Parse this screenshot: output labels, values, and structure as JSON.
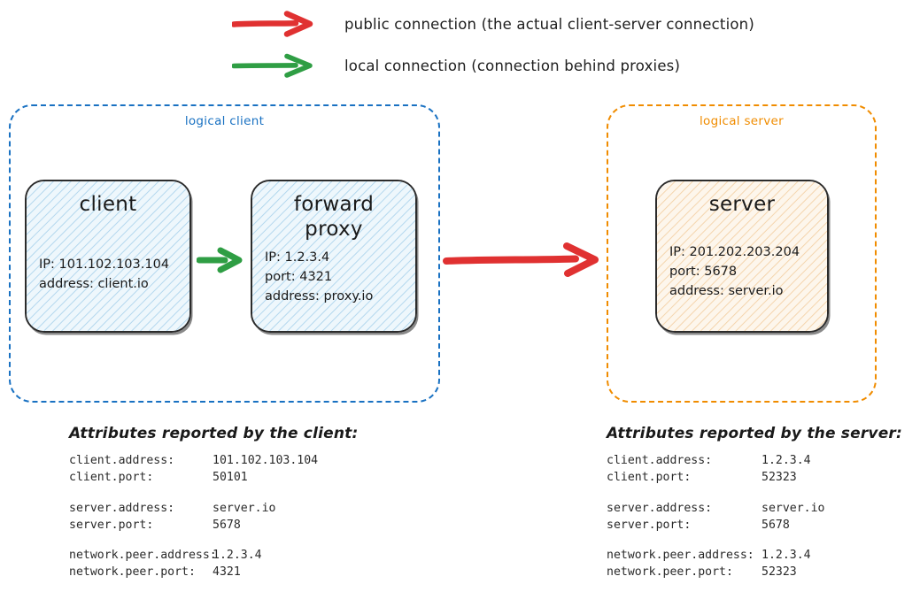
{
  "legend": [
    {
      "id": "public-connection",
      "color": "#e03131",
      "label": "public connection (the actual client-server connection)",
      "arrow_icon": "red-arrow-icon"
    },
    {
      "id": "local-connection",
      "color": "#2f9e44",
      "label": "local connection (connection behind proxies)",
      "arrow_icon": "green-arrow-icon"
    }
  ],
  "groups": {
    "client": {
      "label": "logical client",
      "border_color": "#1971c2"
    },
    "server": {
      "label": "logical server",
      "border_color": "#f08c00"
    }
  },
  "nodes": {
    "client": {
      "title": "client",
      "fill_color": "#e8f4fb",
      "hatch_color": "#9ecae8",
      "props": [
        "IP: 101.102.103.104",
        "address: client.io"
      ]
    },
    "proxy": {
      "title_line1": "forward",
      "title_line2": "proxy",
      "fill_color": "#e8f4fb",
      "hatch_color": "#9ecae8",
      "props": [
        "IP: 1.2.3.4",
        "port: 4321",
        "address: proxy.io"
      ]
    },
    "server": {
      "title": "server",
      "fill_color": "#fdf4e7",
      "hatch_color": "#f0c08a",
      "props": [
        "IP: 201.202.203.204",
        "port: 5678",
        "address: server.io"
      ]
    }
  },
  "arrows": {
    "local": {
      "color": "#2f9e44",
      "name": "green-arrow-icon"
    },
    "public": {
      "color": "#e03131",
      "name": "red-arrow-icon"
    }
  },
  "attributes": {
    "client_table": {
      "heading": "Attributes reported by the client:",
      "rows": [
        {
          "key": "client.address:",
          "value": "101.102.103.104"
        },
        {
          "key": "client.port:",
          "value": "50101"
        },
        {
          "key": "server.address:",
          "value": "server.io"
        },
        {
          "key": "server.port:",
          "value": "5678"
        },
        {
          "key": "network.peer.address:",
          "value": "1.2.3.4"
        },
        {
          "key": "network.peer.port:",
          "value": "4321"
        }
      ]
    },
    "server_table": {
      "heading": "Attributes reported by the server:",
      "rows": [
        {
          "key": "client.address:",
          "value": "1.2.3.4"
        },
        {
          "key": "client.port:",
          "value": "52323"
        },
        {
          "key": "server.address:",
          "value": "server.io"
        },
        {
          "key": "server.port:",
          "value": "5678"
        },
        {
          "key": "network.peer.address:",
          "value": "1.2.3.4"
        },
        {
          "key": "network.peer.port:",
          "value": "52323"
        }
      ]
    }
  }
}
